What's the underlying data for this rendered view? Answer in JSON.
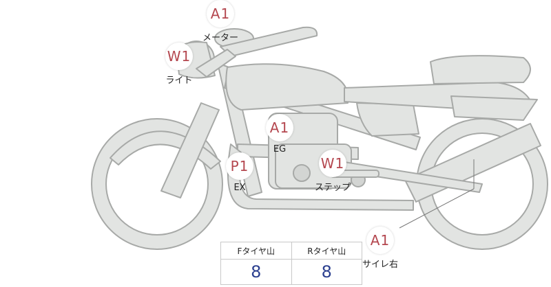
{
  "colors": {
    "marker_text": "#b4474f",
    "value_text": "#2b3f8f",
    "bike_fill": "#e2e4e2",
    "bike_stroke": "#a7a9a7"
  },
  "markers": [
    {
      "code": "A1",
      "label": "メーター"
    },
    {
      "code": "W1",
      "label": "ライト"
    },
    {
      "code": "A1",
      "label": "EG"
    },
    {
      "code": "P1",
      "label": "EX"
    },
    {
      "code": "W1",
      "label": "ステップ"
    },
    {
      "code": "A1",
      "label": "サイレ右"
    }
  ],
  "tire_table": {
    "front_header": "Fタイヤ山",
    "rear_header": "Rタイヤ山",
    "front_value": "8",
    "rear_value": "8"
  }
}
